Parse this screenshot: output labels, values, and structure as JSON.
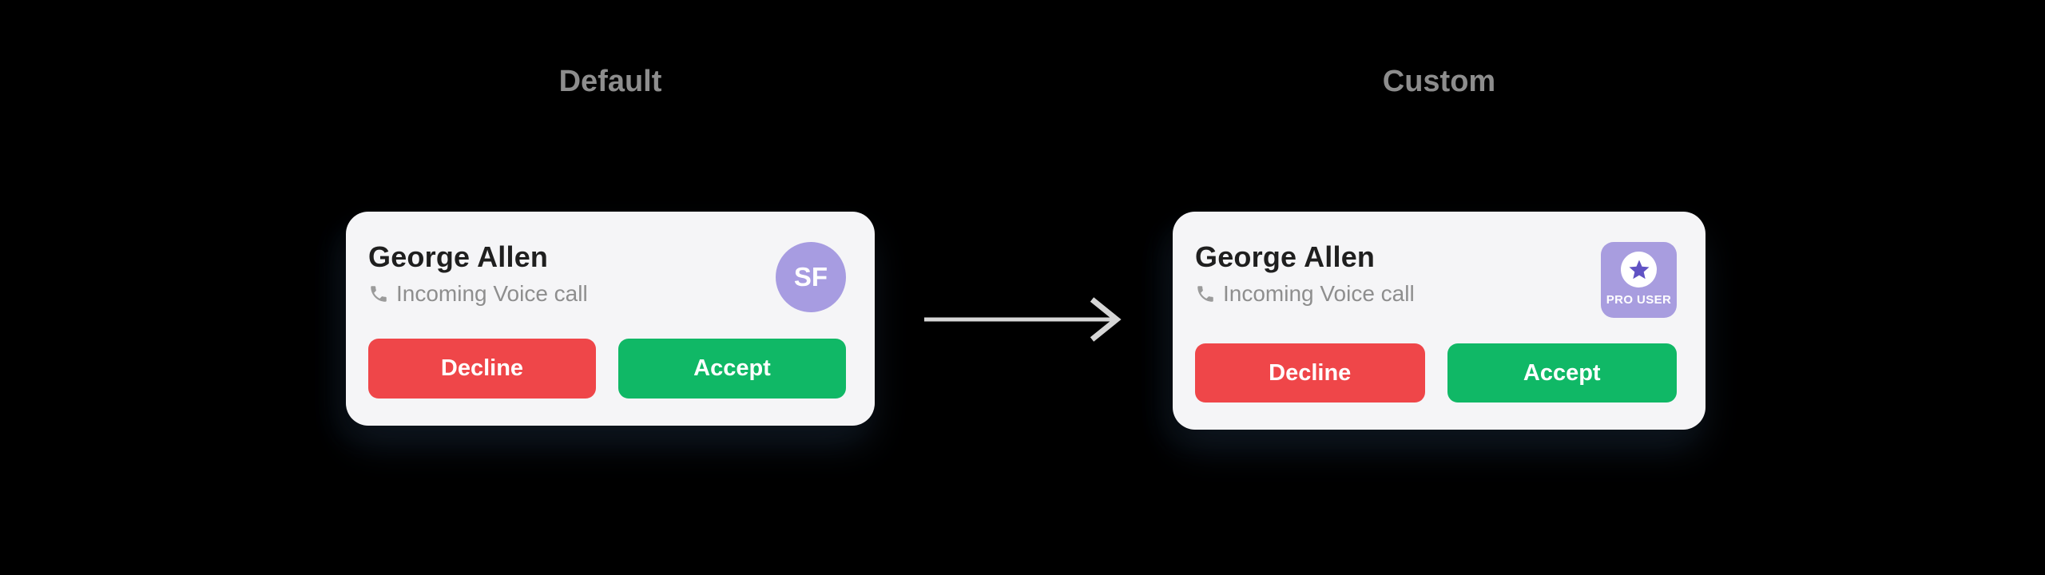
{
  "panels": {
    "default": {
      "title": "Default",
      "card": {
        "name": "George Allen",
        "subtitle": "Incoming Voice call",
        "avatar_initials": "SF",
        "decline_label": "Decline",
        "accept_label": "Accept"
      }
    },
    "custom": {
      "title": "Custom",
      "card": {
        "name": "George Allen",
        "subtitle": "Incoming Voice call",
        "badge_label": "PRO USER",
        "decline_label": "Decline",
        "accept_label": "Accept"
      }
    }
  },
  "icons": {
    "phone": "phone-receiver-icon",
    "star": "star-icon",
    "arrow": "arrow-right-icon"
  },
  "colors": {
    "background": "#000000",
    "card_bg": "#f5f5f7",
    "heading": "#8d8d8d",
    "name_text": "#1f1f1f",
    "subtitle_text": "#8e8e8e",
    "decline_bg": "#ef4649",
    "accept_bg": "#10b866",
    "button_text": "#ffffff",
    "avatar_bg": "#a79ce1",
    "avatar_text": "#ffffff",
    "badge_bg": "#a89ddf",
    "badge_star": "#6153c4",
    "arrow": "#d6d6d6",
    "phone_icon": "#9b9b9b"
  }
}
